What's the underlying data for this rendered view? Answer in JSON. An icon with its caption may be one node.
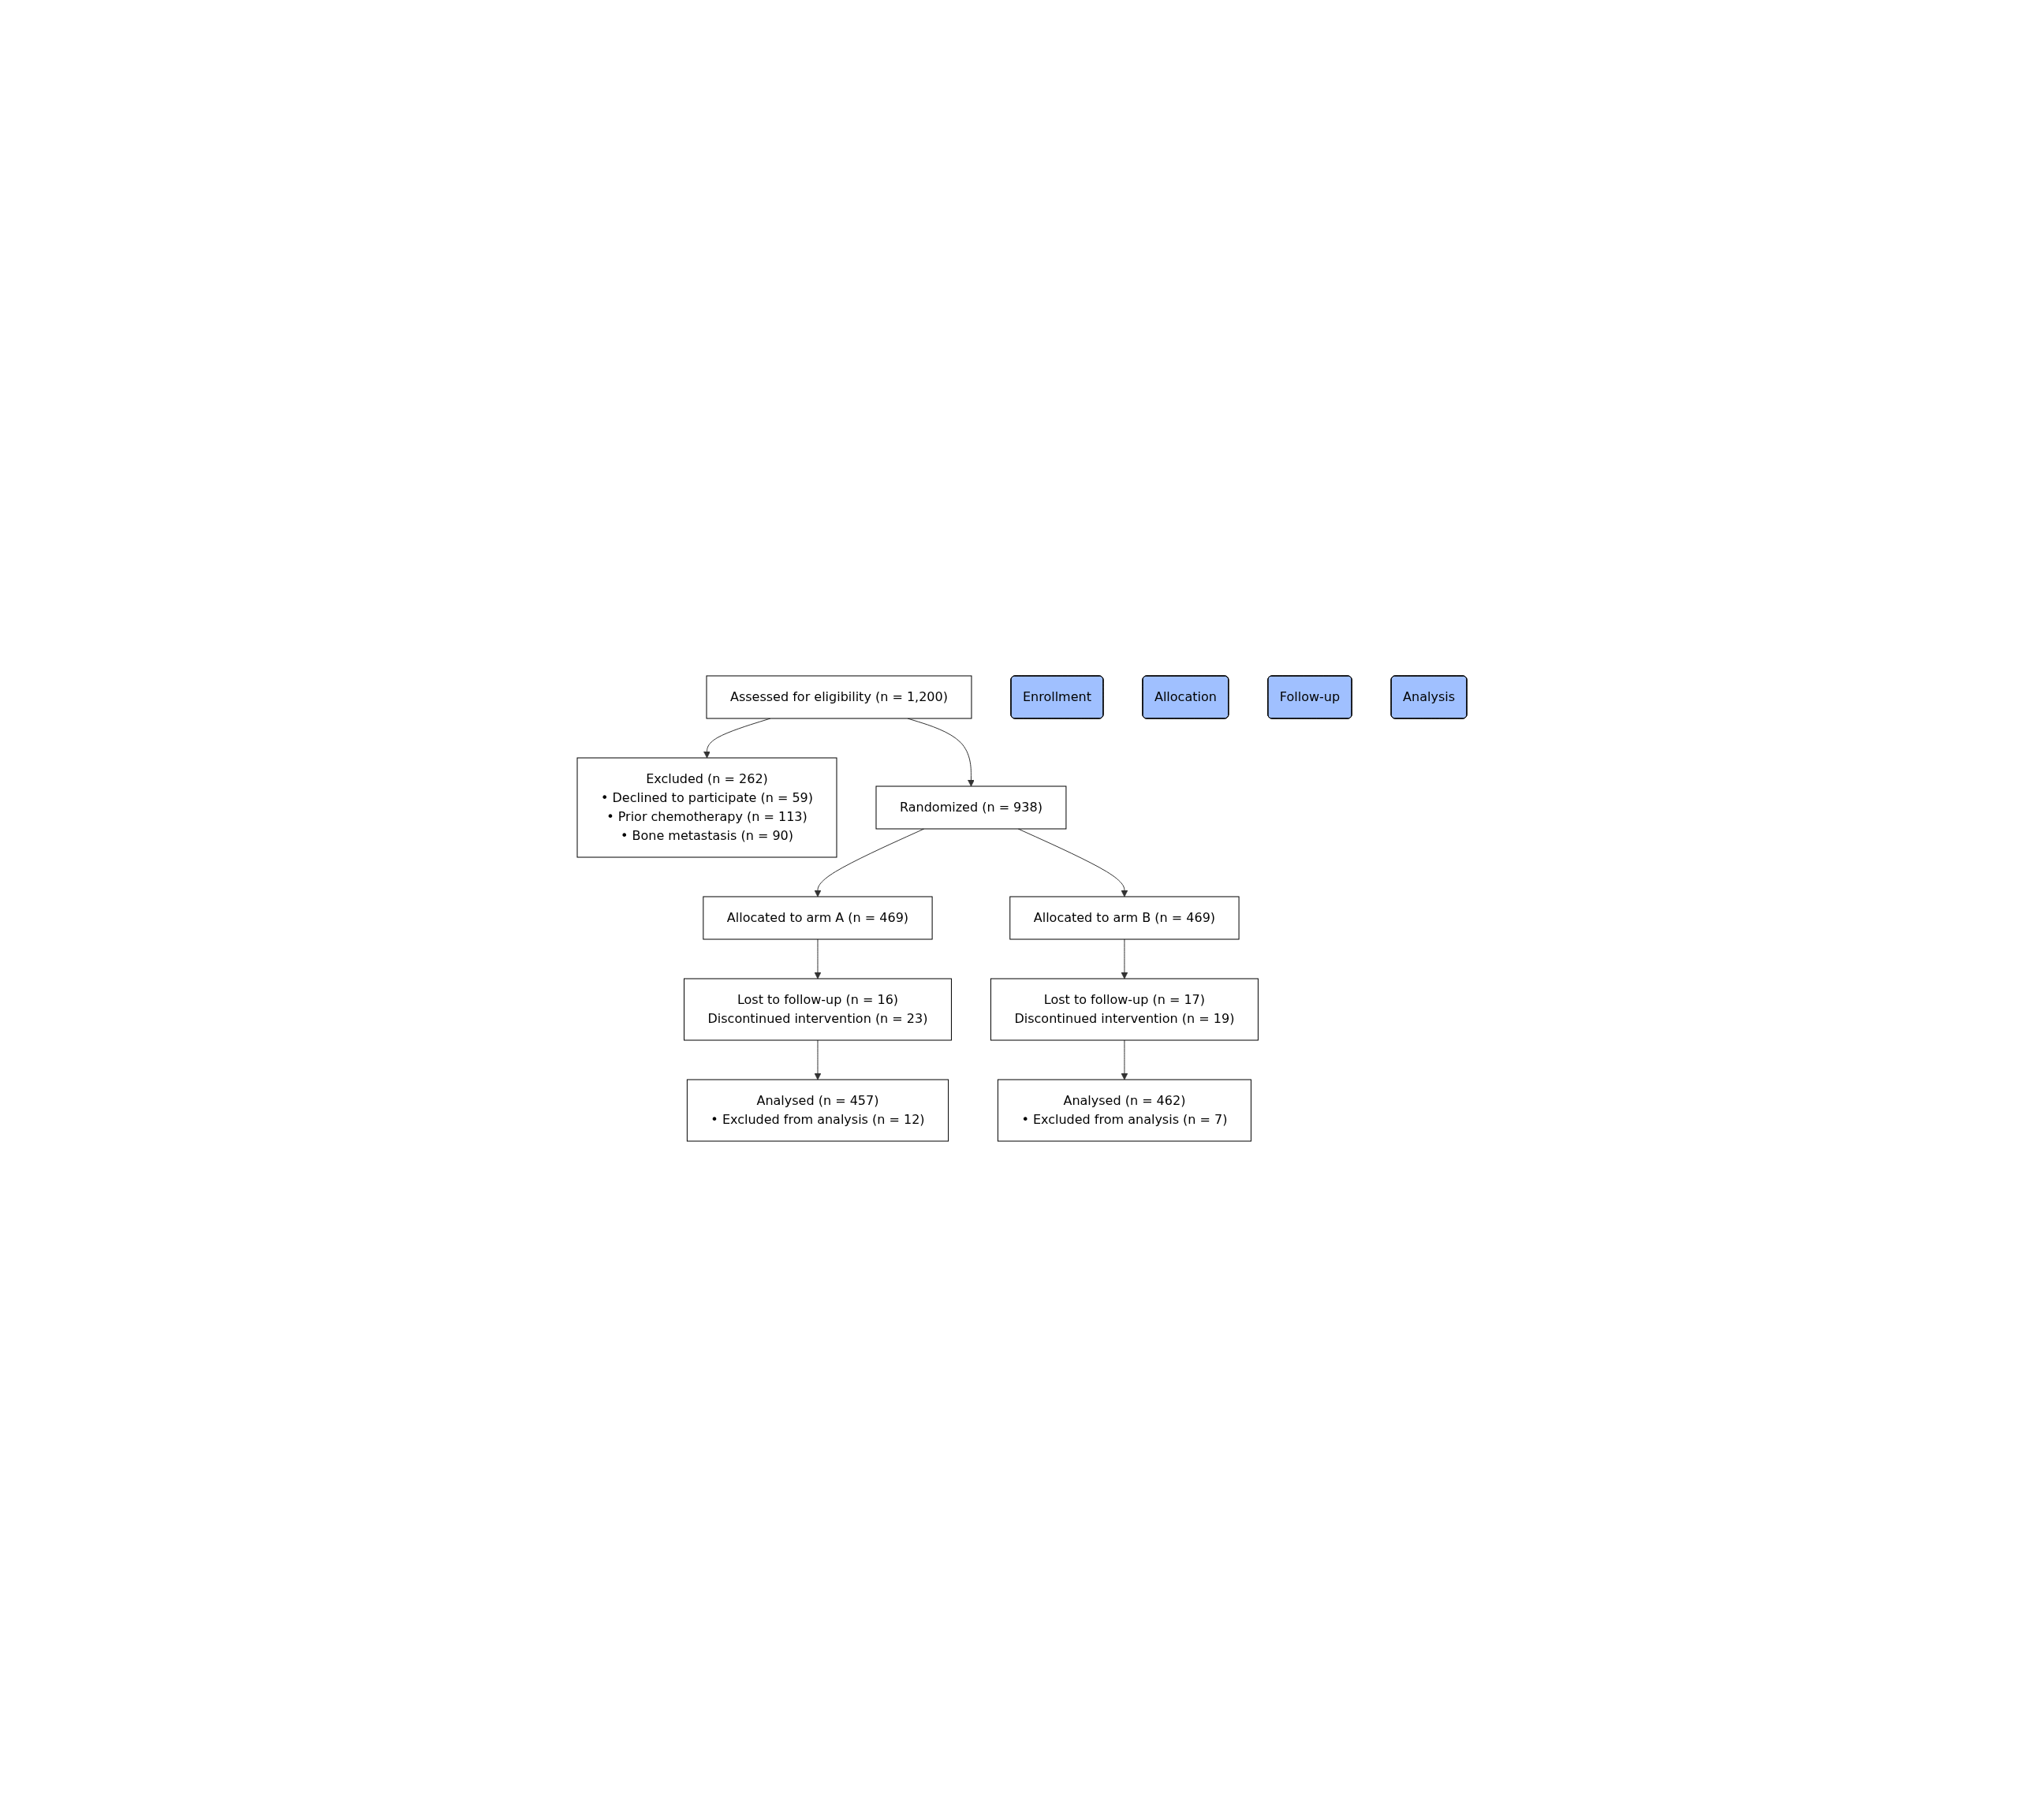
{
  "diagram": {
    "nodes": [
      {
        "text": [
          "Assessed for eligibility (n = 1,200)"
        ]
      },
      {
        "text": [
          "Enrollment"
        ]
      },
      {
        "text": [
          "Excluded (n = 262)",
          "• Declined to participate (n = 59)",
          "• Prior chemotherapy (n = 113)",
          "• Bone metastasis (n = 90)"
        ]
      },
      {
        "text": [
          "Randomized (n = 938)"
        ]
      },
      {
        "text": [
          "Allocation"
        ]
      },
      {
        "text": [
          "Allocated to arm A (n = 469)"
        ]
      },
      {
        "text": [
          "Allocated to arm B (n = 469)"
        ]
      },
      {
        "text": [
          "Follow-up"
        ]
      },
      {
        "text": [
          "Lost to follow-up (n = 16)",
          "Discontinued intervention (n = 23)"
        ]
      },
      {
        "text": [
          "Lost to follow-up (n = 17)",
          "Discontinued intervention (n = 19)"
        ]
      },
      {
        "text": [
          "Analysis"
        ]
      },
      {
        "text": [
          "Analysed (n = 457)",
          "• Excluded from analysis (n = 12)"
        ]
      },
      {
        "text": [
          "Analysed (n = 462)",
          "• Excluded from analysis (n = 7)"
        ]
      }
    ],
    "edges": [
      {
        "from": 0,
        "to": 2,
        "arrow": "to"
      },
      {
        "from": 0,
        "to": 3,
        "arrow": "to"
      },
      {
        "from": 3,
        "to": 5,
        "arrow": "to"
      },
      {
        "from": 3,
        "to": 6,
        "arrow": "to"
      },
      {
        "from": 5,
        "to": 8,
        "arrow": "to"
      },
      {
        "from": 6,
        "to": 9,
        "arrow": "to"
      },
      {
        "from": 8,
        "to": 11,
        "arrow": "to"
      },
      {
        "from": 9,
        "to": 12,
        "arrow": "to"
      }
    ]
  }
}
